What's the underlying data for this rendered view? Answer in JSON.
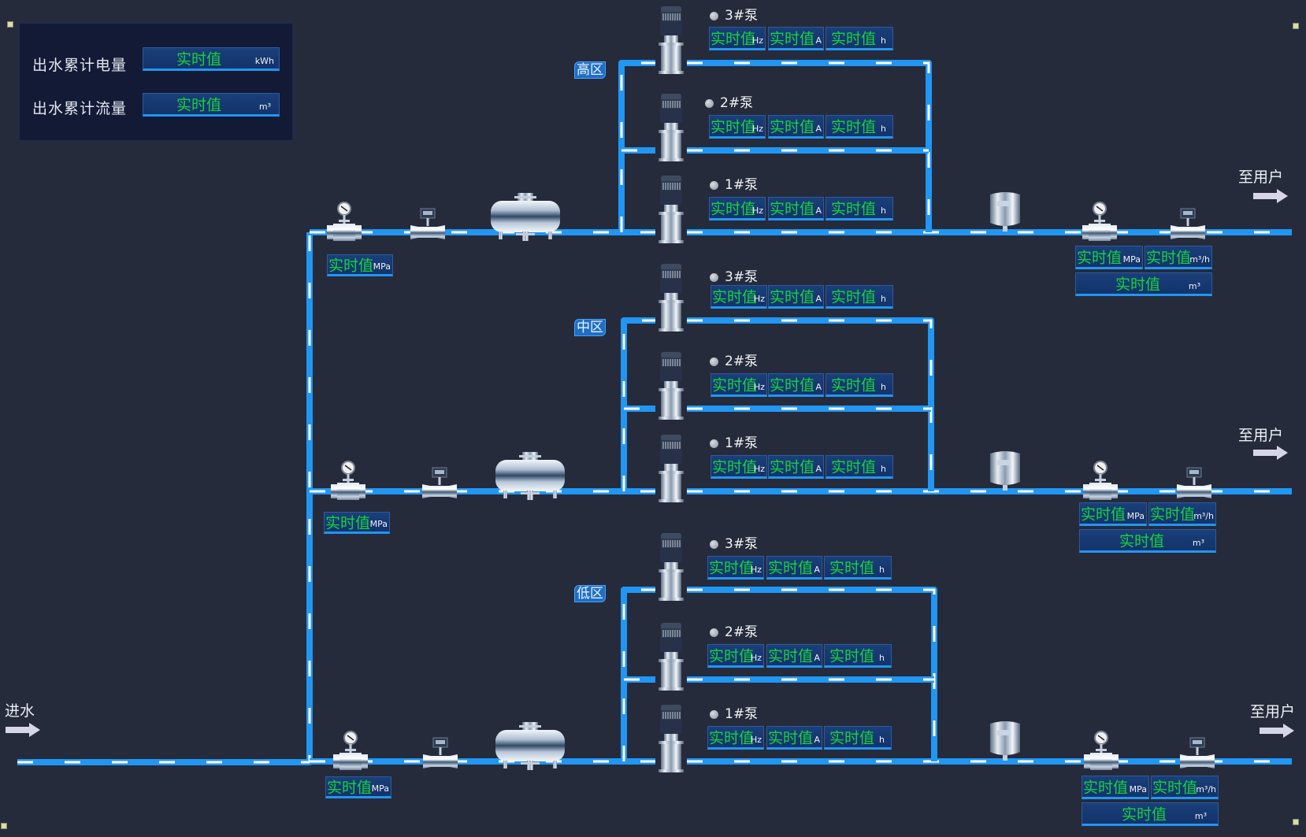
{
  "summary": {
    "rows": [
      {
        "label": "出水累计电量",
        "value": "实时值",
        "unit": "kWh"
      },
      {
        "label": "出水累计流量",
        "value": "实时值",
        "unit": "m³"
      }
    ]
  },
  "inlet": {
    "label": "进水"
  },
  "colors": {
    "pipe": "#2196f3",
    "pipe_dash": "#ffffff",
    "value_text": "#17d33a",
    "background": "#252b3b"
  },
  "zones": [
    {
      "name": "高区",
      "inlet_pressure": {
        "value": "实时值",
        "unit": "MPa"
      },
      "pumps": [
        {
          "name": "3#泵",
          "freq": {
            "value": "实时值",
            "unit": "Hz"
          },
          "current": {
            "value": "实时值",
            "unit": "A"
          },
          "runtime": {
            "value": "实时值",
            "unit": "h"
          }
        },
        {
          "name": "2#泵",
          "freq": {
            "value": "实时值",
            "unit": "Hz"
          },
          "current": {
            "value": "实时值",
            "unit": "A"
          },
          "runtime": {
            "value": "实时值",
            "unit": "h"
          }
        },
        {
          "name": "1#泵",
          "freq": {
            "value": "实时值",
            "unit": "Hz"
          },
          "current": {
            "value": "实时值",
            "unit": "A"
          },
          "runtime": {
            "value": "实时值",
            "unit": "h"
          }
        }
      ],
      "outlet": {
        "pressure": {
          "value": "实时值",
          "unit": "MPa"
        },
        "flow": {
          "value": "实时值",
          "unit": "m³/h"
        },
        "total": {
          "value": "实时值",
          "unit": "m³"
        }
      },
      "to_user": "至用户"
    },
    {
      "name": "中区",
      "inlet_pressure": {
        "value": "实时值",
        "unit": "MPa"
      },
      "pumps": [
        {
          "name": "3#泵",
          "freq": {
            "value": "实时值",
            "unit": "Hz"
          },
          "current": {
            "value": "实时值",
            "unit": "A"
          },
          "runtime": {
            "value": "实时值",
            "unit": "h"
          }
        },
        {
          "name": "2#泵",
          "freq": {
            "value": "实时值",
            "unit": "Hz"
          },
          "current": {
            "value": "实时值",
            "unit": "A"
          },
          "runtime": {
            "value": "实时值",
            "unit": "h"
          }
        },
        {
          "name": "1#泵",
          "freq": {
            "value": "实时值",
            "unit": "Hz"
          },
          "current": {
            "value": "实时值",
            "unit": "A"
          },
          "runtime": {
            "value": "实时值",
            "unit": "h"
          }
        }
      ],
      "outlet": {
        "pressure": {
          "value": "实时值",
          "unit": "MPa"
        },
        "flow": {
          "value": "实时值",
          "unit": "m³/h"
        },
        "total": {
          "value": "实时值",
          "unit": "m³"
        }
      },
      "to_user": "至用户"
    },
    {
      "name": "低区",
      "inlet_pressure": {
        "value": "实时值",
        "unit": "MPa"
      },
      "pumps": [
        {
          "name": "3#泵",
          "freq": {
            "value": "实时值",
            "unit": "Hz"
          },
          "current": {
            "value": "实时值",
            "unit": "A"
          },
          "runtime": {
            "value": "实时值",
            "unit": "h"
          }
        },
        {
          "name": "2#泵",
          "freq": {
            "value": "实时值",
            "unit": "Hz"
          },
          "current": {
            "value": "实时值",
            "unit": "A"
          },
          "runtime": {
            "value": "实时值",
            "unit": "h"
          }
        },
        {
          "name": "1#泵",
          "freq": {
            "value": "实时值",
            "unit": "Hz"
          },
          "current": {
            "value": "实时值",
            "unit": "A"
          },
          "runtime": {
            "value": "实时值",
            "unit": "h"
          }
        }
      ],
      "outlet": {
        "pressure": {
          "value": "实时值",
          "unit": "MPa"
        },
        "flow": {
          "value": "实时值",
          "unit": "m³/h"
        },
        "total": {
          "value": "实时值",
          "unit": "m³"
        }
      },
      "to_user": "至用户"
    }
  ]
}
